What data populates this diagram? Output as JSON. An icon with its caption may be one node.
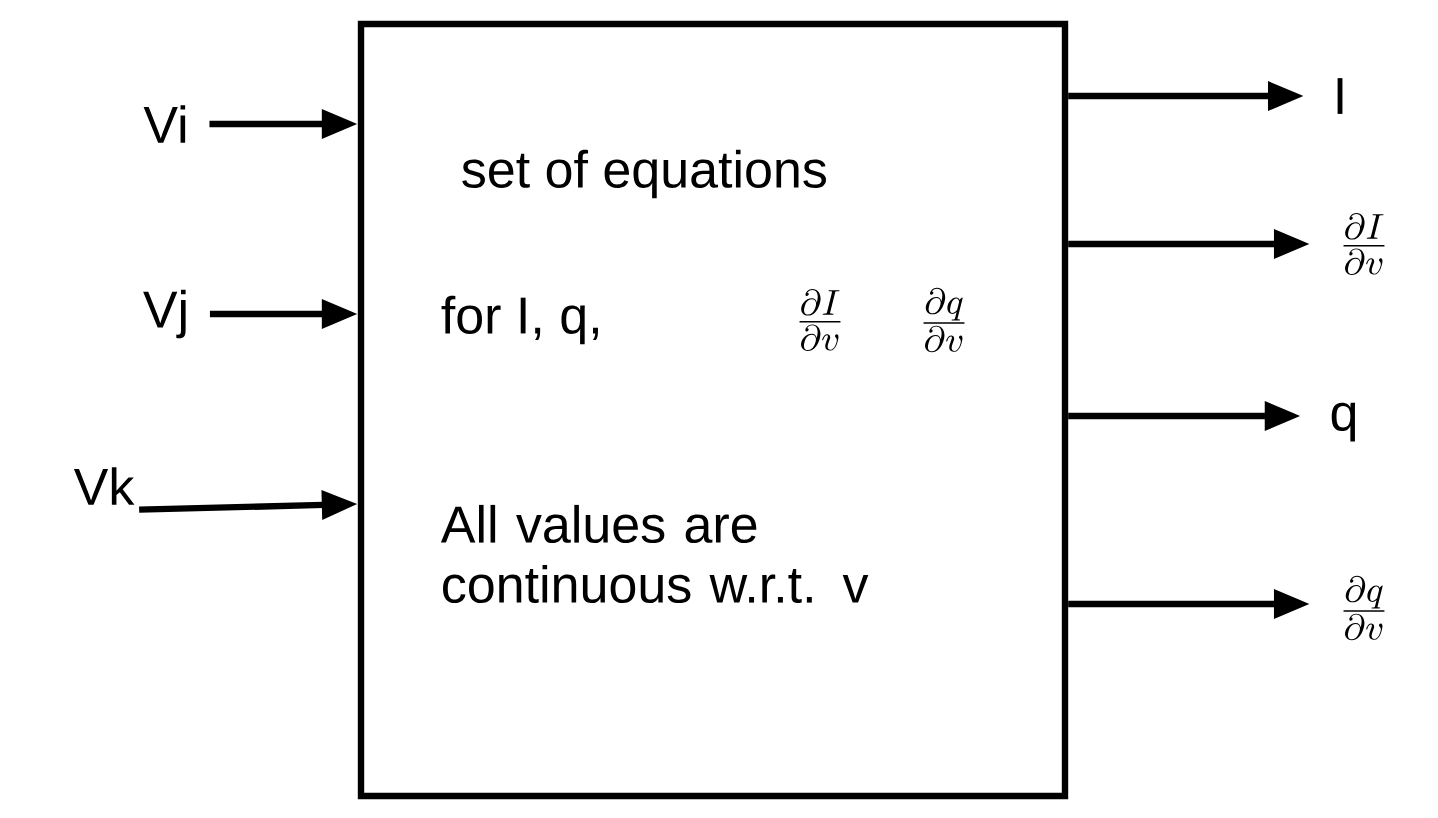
{
  "diagram": {
    "nodes": [
      {
        "text": [
          "set of equations",
          "for I, q,",
          "\\frac{\\partial I}{\\partial v}",
          "\\frac{\\partial q}{\\partial v}",
          "All values are continuous w.r.t. v"
        ]
      },
      {
        "text": [
          "Vi"
        ]
      },
      {
        "text": [
          "Vj"
        ]
      },
      {
        "text": [
          "Vk"
        ]
      },
      {
        "text": [
          "I"
        ]
      },
      {
        "text": [
          "\\frac{\\partial I}{\\partial v}"
        ]
      },
      {
        "text": [
          "q"
        ]
      },
      {
        "text": [
          "\\frac{\\partial q}{\\partial v}"
        ]
      }
    ],
    "edges": [
      {
        "from": 1,
        "to": 0,
        "arrow": "to"
      },
      {
        "from": 2,
        "to": 0,
        "arrow": "to"
      },
      {
        "from": 3,
        "to": 0,
        "arrow": "to"
      },
      {
        "from": 0,
        "to": 4,
        "arrow": "to"
      },
      {
        "from": 0,
        "to": 5,
        "arrow": "to"
      },
      {
        "from": 0,
        "to": 6,
        "arrow": "to"
      },
      {
        "from": 0,
        "to": 7,
        "arrow": "to"
      }
    ]
  }
}
